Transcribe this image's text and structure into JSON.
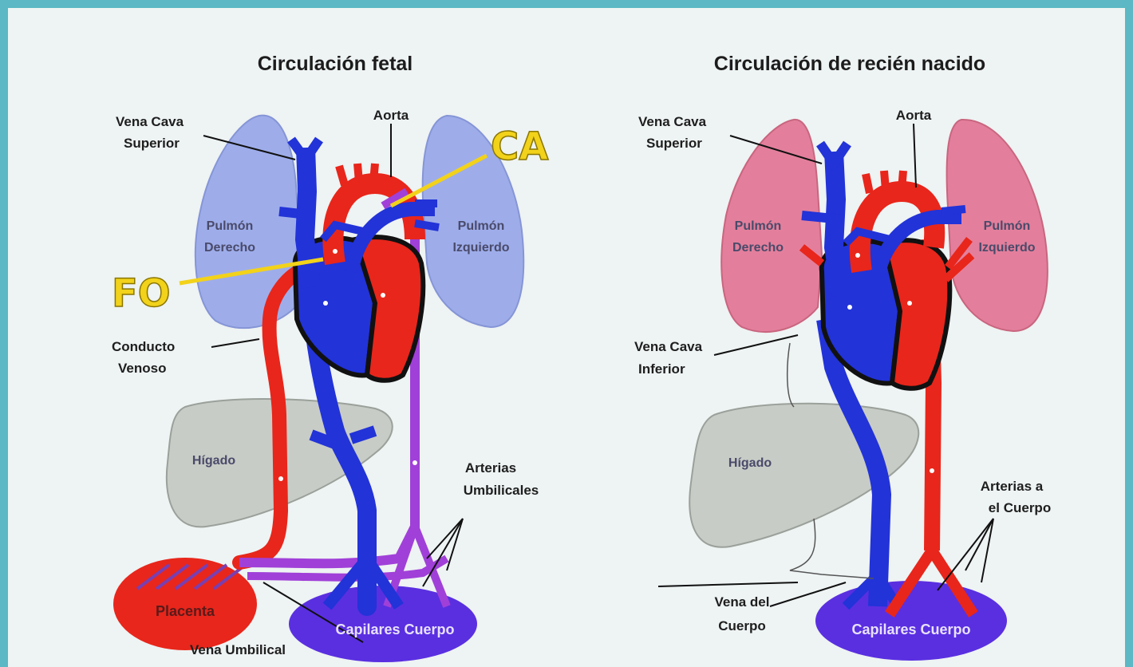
{
  "fetal": {
    "title": "Circulación fetal",
    "vena_cava_superior_1": "Vena Cava",
    "vena_cava_superior_2": "Superior",
    "aorta": "Aorta",
    "ca": "CA",
    "fo": "FO",
    "pulmon_derecho_1": "Pulmón",
    "pulmon_derecho_2": "Derecho",
    "pulmon_izquierdo_1": "Pulmón",
    "pulmon_izquierdo_2": "Izquierdo",
    "conducto_venoso_1": "Conducto",
    "conducto_venoso_2": "Venoso",
    "higado": "Hígado",
    "arterias_umbilicales_1": "Arterias",
    "arterias_umbilicales_2": "Umbilicales",
    "placenta": "Placenta",
    "capilares": "Capilares Cuerpo",
    "vena_umbilical": "Vena Umbilical"
  },
  "newborn": {
    "title": "Circulación de recién nacido",
    "vena_cava_superior_1": "Vena Cava",
    "vena_cava_superior_2": "Superior",
    "aorta": "Aorta",
    "pulmon_derecho_1": "Pulmón",
    "pulmon_derecho_2": "Derecho",
    "pulmon_izquierdo_1": "Pulmón",
    "pulmon_izquierdo_2": "Izquierdo",
    "vena_cava_inferior_1": "Vena Cava",
    "vena_cava_inferior_2": "Inferior",
    "higado": "Hígado",
    "arterias_cuerpo_1": "Arterias a",
    "arterias_cuerpo_2": "el Cuerpo",
    "vena_cuerpo_1": "Vena del",
    "vena_cuerpo_2": "Cuerpo",
    "capilares": "Capilares Cuerpo"
  },
  "colors": {
    "oxygenated": "#e8261b",
    "deoxygenated": "#2233d8",
    "mixed": "#a040d8",
    "lung_fetal": "#9eadea",
    "lung_newborn": "#e37f9c",
    "liver": "#c8ccc6",
    "capillaries": "#5a2fe0",
    "placenta": "#e8261b",
    "shunt_label": "#f2d21a"
  }
}
